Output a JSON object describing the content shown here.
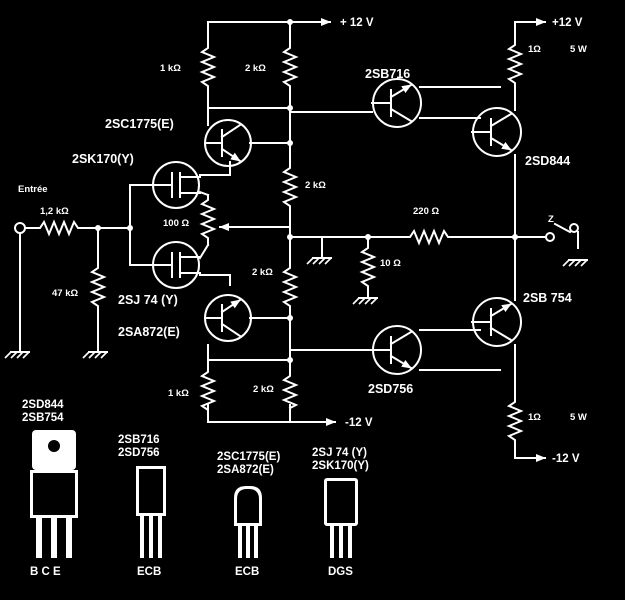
{
  "supply": {
    "pos": "+ 12 V",
    "pos_out": "+12 V",
    "neg": "-12 V",
    "neg_out": "-12 V"
  },
  "input": {
    "label": "Entrée",
    "r_series": "1,2 kΩ",
    "r_shunt": "47 kΩ"
  },
  "resistors": {
    "r1": "1 kΩ",
    "r2": "2 kΩ",
    "r3": "2 kΩ",
    "r_pot": "100 Ω",
    "r4": "2 kΩ",
    "r5": "1 kΩ",
    "r6": "2 kΩ",
    "r_fb": "220 Ω",
    "r_gnd": "10 Ω",
    "r_emit_top": "1Ω",
    "r_emit_top_w": "5 W",
    "r_emit_bot": "1Ω",
    "r_emit_bot_w": "5 W"
  },
  "transistors": {
    "q1": "2SC1775(E)",
    "q2": "2SK170(Y)",
    "q3": "2SJ 74 (Y)",
    "q4": "2SA872(E)",
    "q5": "2SB716",
    "q6": "2SD844",
    "q7": "2SD756",
    "q8": "2SB 754"
  },
  "output": {
    "label": "Z"
  },
  "packages": [
    {
      "line1": "2SD844",
      "line2": "2SB754",
      "pins": "B C E",
      "icon": "to220-package-icon"
    },
    {
      "line1": "2SB716",
      "line2": "2SD756",
      "pins": "ECB",
      "icon": "to126-package-icon"
    },
    {
      "line1": "2SC1775(E)",
      "line2": "2SA872(E)",
      "pins": "ECB",
      "icon": "to92-package-icon"
    },
    {
      "line1": "2SJ 74 (Y)",
      "line2": "2SK170(Y)",
      "pins": "DGS",
      "icon": "fet-package-icon"
    }
  ]
}
